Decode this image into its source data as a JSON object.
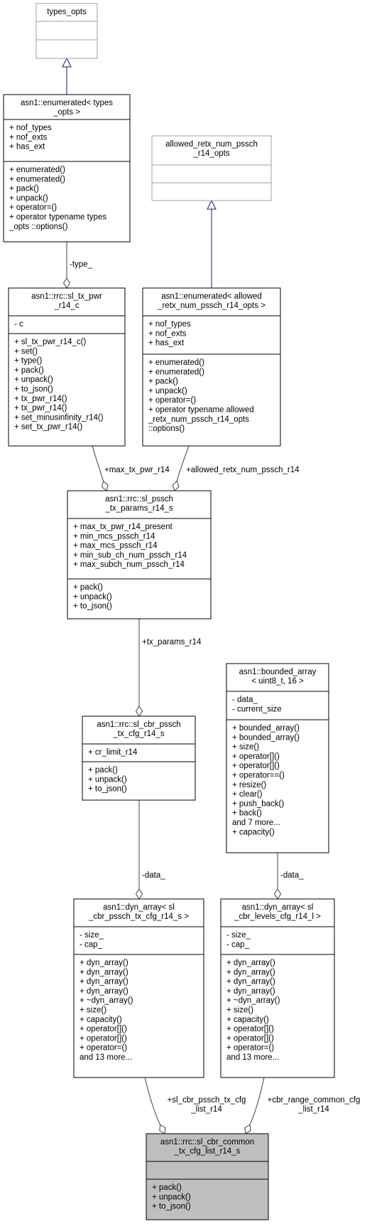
{
  "classes": [
    {
      "id": "types_opts",
      "title": [
        "types_opts"
      ],
      "sections": [
        [],
        []
      ],
      "style": "grey"
    },
    {
      "id": "enum_types",
      "title": [
        "asn1::enumerated< types",
        "_opts >"
      ],
      "sections": [
        [
          "+ nof_types",
          "+ nof_exts",
          "+ has_ext"
        ],
        [
          "+ enumerated()",
          "+ enumerated()",
          "+ pack()",
          "+ unpack()",
          "+ operator=()",
          "+ operator typename types",
          "_opts ::options()"
        ]
      ],
      "style": "normal"
    },
    {
      "id": "allowed_opts",
      "title": [
        "allowed_retx_num_pssch",
        "_r14_opts"
      ],
      "sections": [
        [],
        []
      ],
      "style": "grey"
    },
    {
      "id": "sl_tx_pwr",
      "title": [
        "asn1::rrc::sl_tx_pwr",
        "_r14_c"
      ],
      "sections": [
        [
          "- c"
        ],
        [
          "+ sl_tx_pwr_r14_c()",
          "+ set()",
          "+ type()",
          "+ pack()",
          "+ unpack()",
          "+ to_json()",
          "+ tx_pwr_r14()",
          "+ tx_pwr_r14()",
          "+ set_minusinfinity_r14()",
          "+ set_tx_pwr_r14()"
        ]
      ],
      "style": "normal"
    },
    {
      "id": "enum_allowed",
      "title": [
        "asn1::enumerated< allowed",
        "_retx_num_pssch_r14_opts >"
      ],
      "sections": [
        [
          "+ nof_types",
          "+ nof_exts",
          "+ has_ext"
        ],
        [
          "+ enumerated()",
          "+ enumerated()",
          "+ pack()",
          "+ unpack()",
          "+ operator=()",
          "+ operator typename allowed",
          "_retx_num_pssch_r14_opts",
          "::options()"
        ]
      ],
      "style": "normal"
    },
    {
      "id": "pssch_tx_params",
      "title": [
        "asn1::rrc::sl_pssch",
        "_tx_params_r14_s"
      ],
      "sections": [
        [
          "+ max_tx_pwr_r14_present",
          "+ min_mcs_pssch_r14",
          "+ max_mcs_pssch_r14",
          "+ min_sub_ch_num_pssch_r14",
          "+ max_subch_num_pssch_r14"
        ],
        [
          "+ pack()",
          "+ unpack()",
          "+ to_json()"
        ]
      ],
      "style": "normal"
    },
    {
      "id": "bounded_array",
      "title": [
        "asn1::bounded_array",
        "< uint8_t, 16 >"
      ],
      "sections": [
        [
          "- data_",
          "- current_size"
        ],
        [
          "+ bounded_array()",
          "+ bounded_array()",
          "+ size()",
          "+ operator[]()",
          "+ operator[]()",
          "+ operator==()",
          "+ resize()",
          "+ clear()",
          "+ push_back()",
          "+ back()",
          "and 7 more...",
          "+ capacity()"
        ]
      ],
      "style": "normal"
    },
    {
      "id": "cbr_pssch_cfg",
      "title": [
        "asn1::rrc::sl_cbr_pssch",
        "_tx_cfg_r14_s"
      ],
      "sections": [
        [
          "+ cr_limit_r14"
        ],
        [
          "+ pack()",
          "+ unpack()",
          "+ to_json()"
        ]
      ],
      "style": "normal"
    },
    {
      "id": "dyn_pssch",
      "title": [
        "asn1::dyn_array< sl",
        "_cbr_pssch_tx_cfg_r14_s >"
      ],
      "sections": [
        [
          "- size_",
          "- cap_"
        ],
        [
          "+ dyn_array()",
          "+ dyn_array()",
          "+ dyn_array()",
          "+ dyn_array()",
          "+ ~dyn_array()",
          "+ size()",
          "+ capacity()",
          "+ operator[]()",
          "+ operator[]()",
          "+ operator=()",
          "and 13 more..."
        ]
      ],
      "style": "normal"
    },
    {
      "id": "dyn_levels",
      "title": [
        "asn1::dyn_array< sl",
        "_cbr_levels_cfg_r14_l >"
      ],
      "sections": [
        [
          "- size_",
          "- cap_"
        ],
        [
          "+ dyn_array()",
          "+ dyn_array()",
          "+ dyn_array()",
          "+ dyn_array()",
          "+ ~dyn_array()",
          "+ size()",
          "+ capacity()",
          "+ operator[]()",
          "+ operator[]()",
          "+ operator=()",
          "and 13 more..."
        ]
      ],
      "style": "normal"
    },
    {
      "id": "common_list",
      "title": [
        "asn1::rrc::sl_cbr_common",
        "_tx_cfg_list_r14_s"
      ],
      "sections": [
        [],
        [
          "+ pack()",
          "+ unpack()",
          "+ to_json()"
        ]
      ],
      "style": "focus"
    }
  ],
  "edges": [
    {
      "from": "enum_types",
      "to": "types_opts",
      "kind": "inherit",
      "label": []
    },
    {
      "from": "enum_allowed",
      "to": "allowed_opts",
      "kind": "inherit",
      "label": []
    },
    {
      "from": "enum_types",
      "to": "sl_tx_pwr",
      "kind": "compose",
      "label": [
        "-type_"
      ]
    },
    {
      "from": "sl_tx_pwr",
      "to": "pssch_tx_params",
      "kind": "compose",
      "label": [
        "+max_tx_pwr_r14"
      ]
    },
    {
      "from": "enum_allowed",
      "to": "pssch_tx_params",
      "kind": "compose",
      "label": [
        "+allowed_retx_num_pssch_r14"
      ]
    },
    {
      "from": "pssch_tx_params",
      "to": "cbr_pssch_cfg",
      "kind": "compose",
      "label": [
        "+tx_params_r14"
      ]
    },
    {
      "from": "cbr_pssch_cfg",
      "to": "dyn_pssch",
      "kind": "compose",
      "label": [
        "-data_"
      ]
    },
    {
      "from": "bounded_array",
      "to": "dyn_levels",
      "kind": "compose",
      "label": [
        "-data_"
      ]
    },
    {
      "from": "dyn_pssch",
      "to": "common_list",
      "kind": "compose",
      "label": [
        "+sl_cbr_pssch_tx_cfg",
        "_list_r14"
      ]
    },
    {
      "from": "dyn_levels",
      "to": "common_list",
      "kind": "compose",
      "label": [
        "+cbr_range_common_cfg",
        "_list_r14"
      ]
    }
  ],
  "colors": {
    "border": "#000000",
    "grey_border": "#a0a0a0",
    "focus_fill": "#bfbfbf",
    "inherit_line": "#191970",
    "compose_line": "#404040"
  }
}
